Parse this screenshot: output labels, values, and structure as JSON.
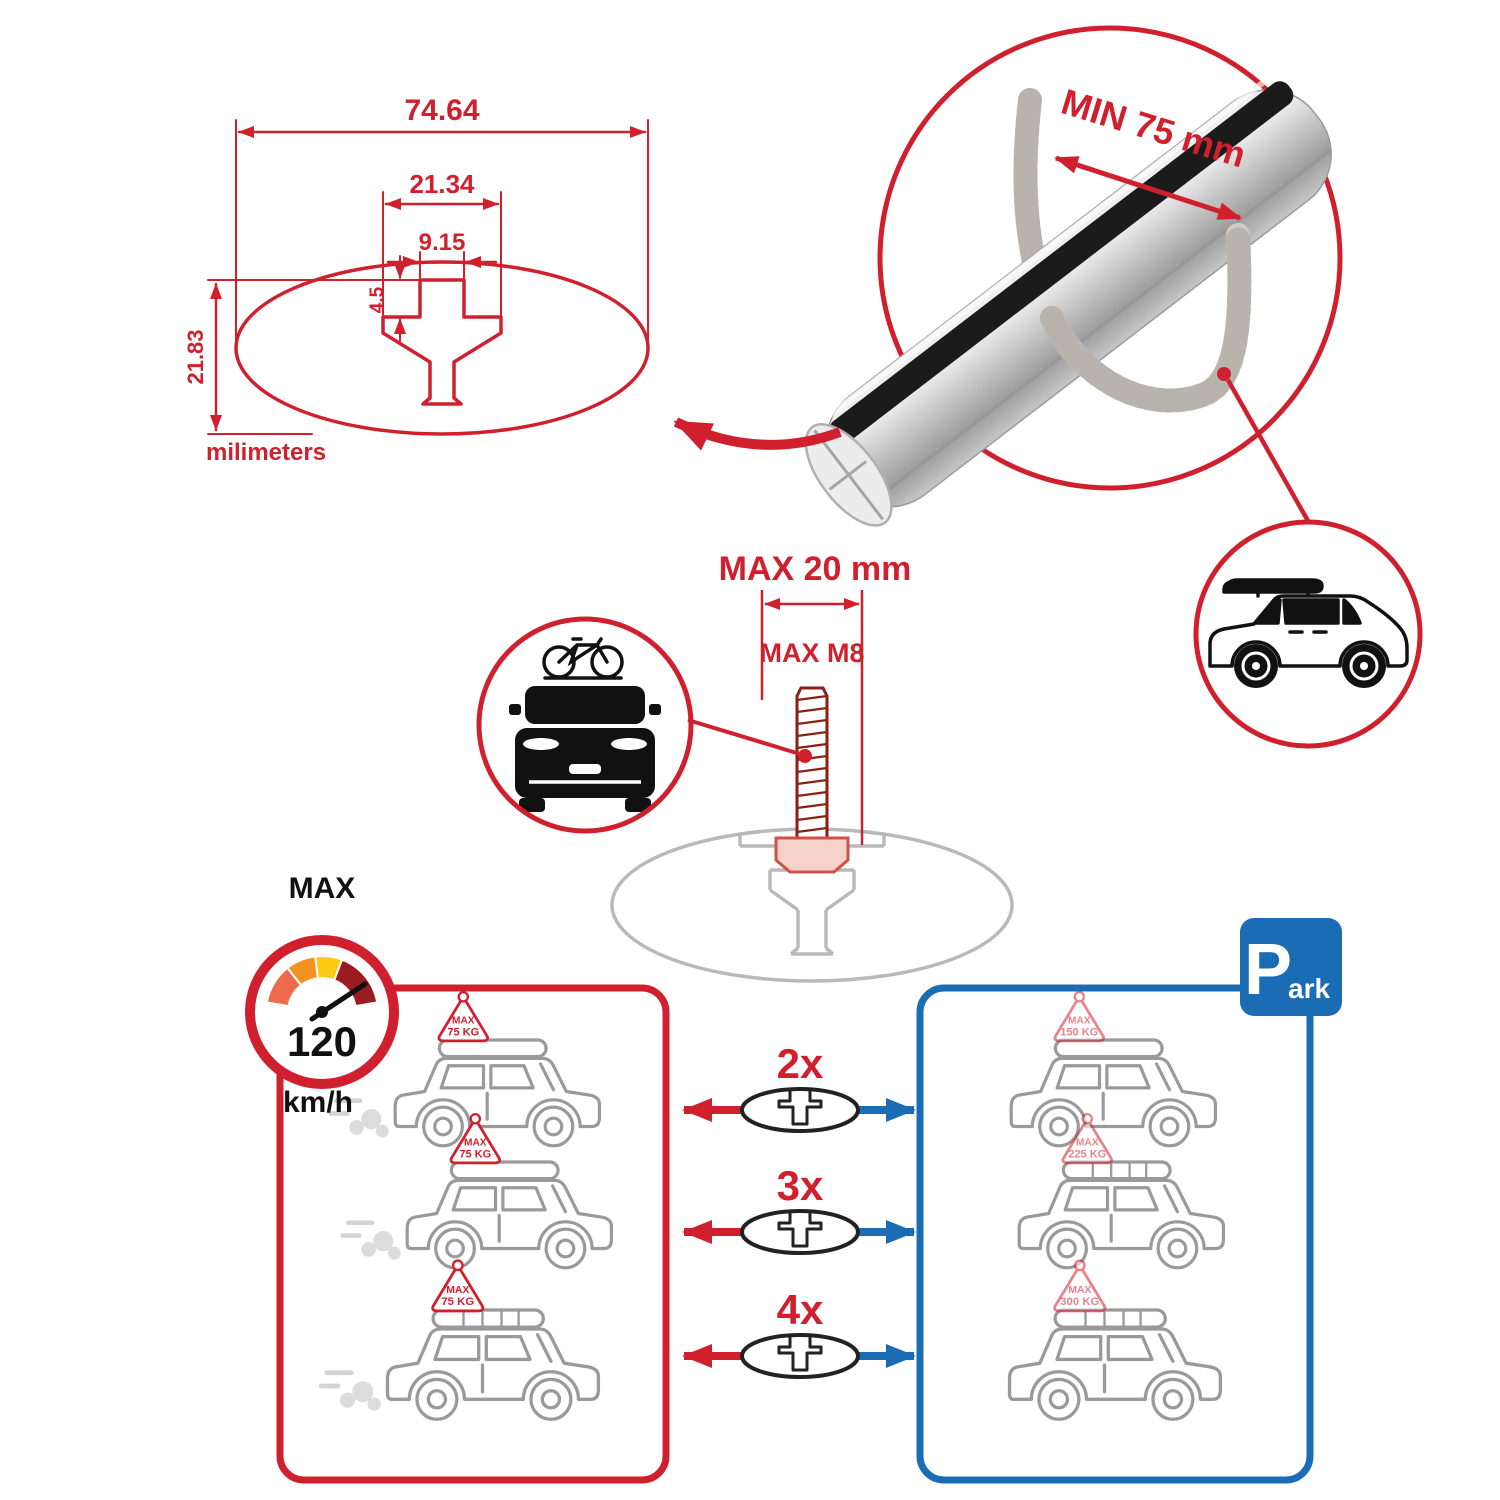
{
  "colors": {
    "red": "#d0202e",
    "blue": "#1a6cb5",
    "gray_line": "#9a9a9a",
    "profile_gray": "#b9b9b9",
    "black": "#111111",
    "dark_red_gauge": "#9c1b23",
    "orange": "#f59120",
    "salmon": "#ee6a4d",
    "yellow": "#fdc911"
  },
  "cross_section": {
    "total_width_mm": "74.64",
    "slot_outer_mm": "21.34",
    "slot_inner_mm": "9.15",
    "lip_mm": "4.5",
    "total_height_mm": "21.83",
    "units": "milimeters"
  },
  "magnifier": {
    "clearance": "MIN 75 mm"
  },
  "bolt": {
    "max_length": "MAX 20 mm",
    "thread": "MAX M8"
  },
  "speed": {
    "label": "MAX",
    "value": "120",
    "units": "km/h"
  },
  "parking": {
    "letter": "P",
    "rest": "ark"
  },
  "rows": [
    {
      "count": "2x",
      "left_tag": {
        "l1": "MAX",
        "l2": "75 KG"
      },
      "right_tag": {
        "l1": "MAX",
        "l2": "150 KG"
      }
    },
    {
      "count": "3x",
      "left_tag": {
        "l1": "MAX",
        "l2": "75 KG"
      },
      "right_tag": {
        "l1": "MAX",
        "l2": "225 KG"
      }
    },
    {
      "count": "4x",
      "left_tag": {
        "l1": "MAX",
        "l2": "75 KG"
      },
      "right_tag": {
        "l1": "MAX",
        "l2": "300 KG"
      }
    }
  ]
}
